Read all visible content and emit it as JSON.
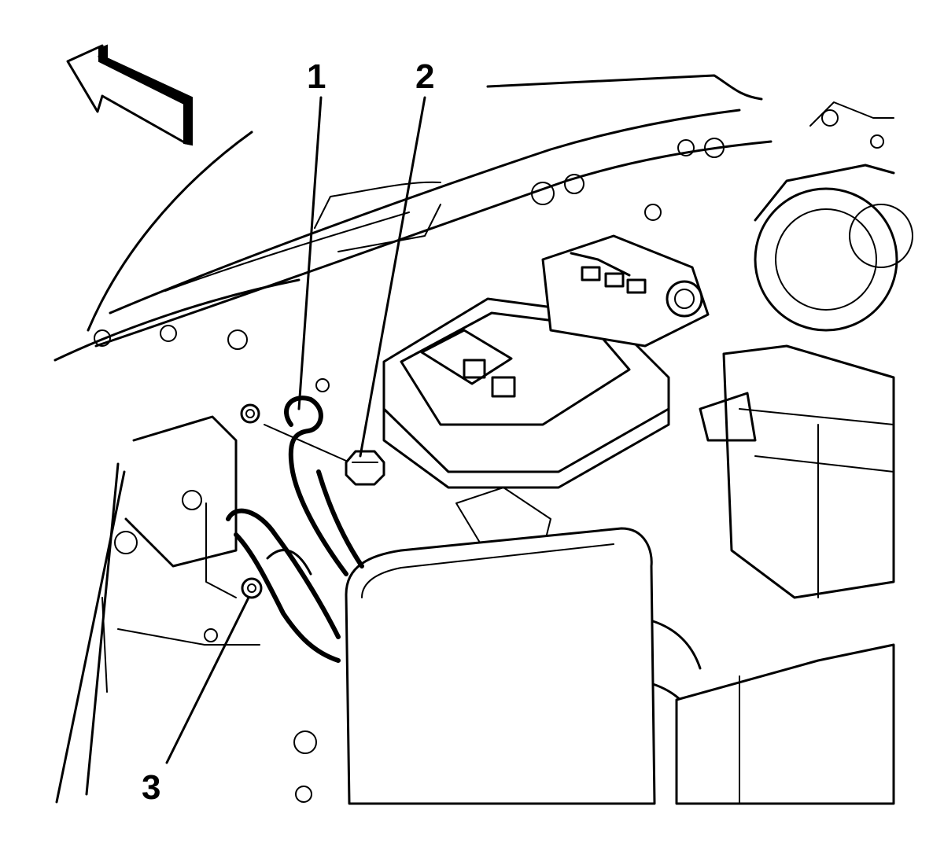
{
  "callouts": {
    "c1": "1",
    "c2": "2",
    "c3": "3"
  },
  "icons": {
    "direction_arrow": "forward-arrow-icon"
  },
  "colors": {
    "ink": "#000000",
    "paper": "#ffffff"
  }
}
